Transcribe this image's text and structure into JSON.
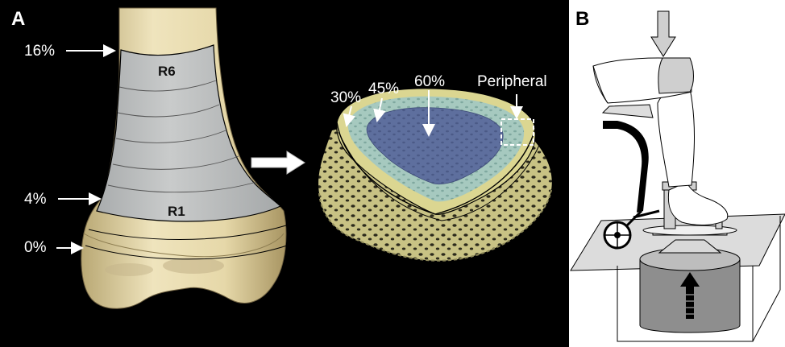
{
  "panel_a": {
    "letter": "A",
    "level_labels": {
      "p16": "16%",
      "p4": "4%",
      "p0": "0%"
    },
    "region_labels": {
      "r6": "R6",
      "r1": "R1"
    },
    "cross_section_labels": {
      "p30": "30%",
      "p45": "45%",
      "p60": "60%",
      "peripheral": "Peripheral"
    }
  },
  "panel_b": {
    "letter": "B"
  },
  "colors": {
    "background_a": "#000000",
    "bone": "#e3d6a9",
    "shaded_region": "#b9bcbd",
    "trabecular": "#c5bf82",
    "zone_30": "#d9d38f",
    "zone_45": "#9fc4bd",
    "zone_60": "#5b6d9c"
  }
}
